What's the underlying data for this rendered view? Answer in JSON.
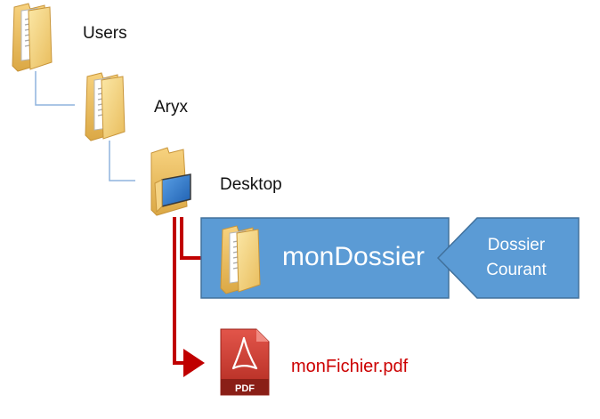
{
  "tree": {
    "nodes": [
      {
        "label": "Users",
        "icon": "folder-icon"
      },
      {
        "label": "Aryx",
        "icon": "folder-icon"
      },
      {
        "label": "Desktop",
        "icon": "desktop-folder-icon"
      }
    ],
    "current_folder": {
      "label": "monDossier",
      "icon": "folder-icon"
    },
    "file": {
      "label": "monFichier.pdf",
      "icon": "pdf-icon",
      "icon_text": "PDF"
    }
  },
  "callout": {
    "line1": "Dossier",
    "line2": "Courant"
  },
  "colors": {
    "connector": "#8fb4de",
    "highlight_box": "#5b9bd5",
    "highlight_border": "#41719c",
    "arrow": "#c00000",
    "file_label": "#cc0000",
    "folder": "#f2c566",
    "pdf_red": "#c0392b"
  }
}
